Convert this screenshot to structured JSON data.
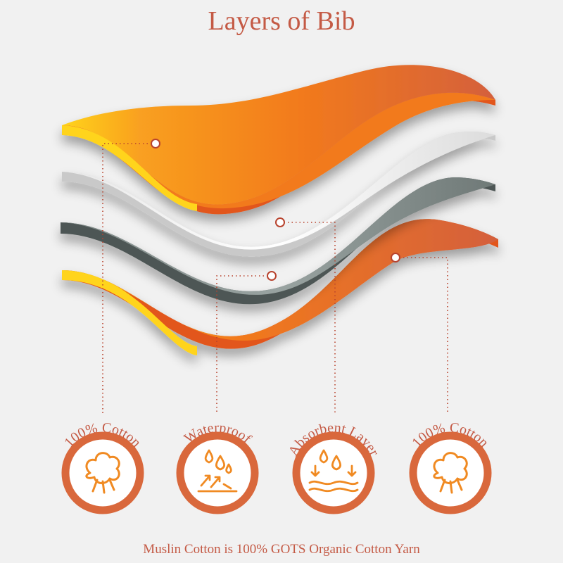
{
  "title": "Layers of Bib",
  "footer": "Muslin Cotton is 100% GOTS Organic Cotton Yarn",
  "badges": [
    {
      "label": "100% Cotton",
      "icon": "cotton-flower-icon"
    },
    {
      "label": "Waterproof",
      "icon": "water-drops-icon"
    },
    {
      "label": "Absorbent Layer",
      "icon": "absorb-drops-icon"
    },
    {
      "label": "100% Cotton",
      "icon": "cotton-flower-icon"
    }
  ],
  "colors": {
    "accent": "#c45a45",
    "badge_ring": "#d9683c",
    "orange": "#f07a1c",
    "yellow": "#ffd21a",
    "grey_layer": "#8e9896",
    "white_layer": "#f4f4f4"
  }
}
